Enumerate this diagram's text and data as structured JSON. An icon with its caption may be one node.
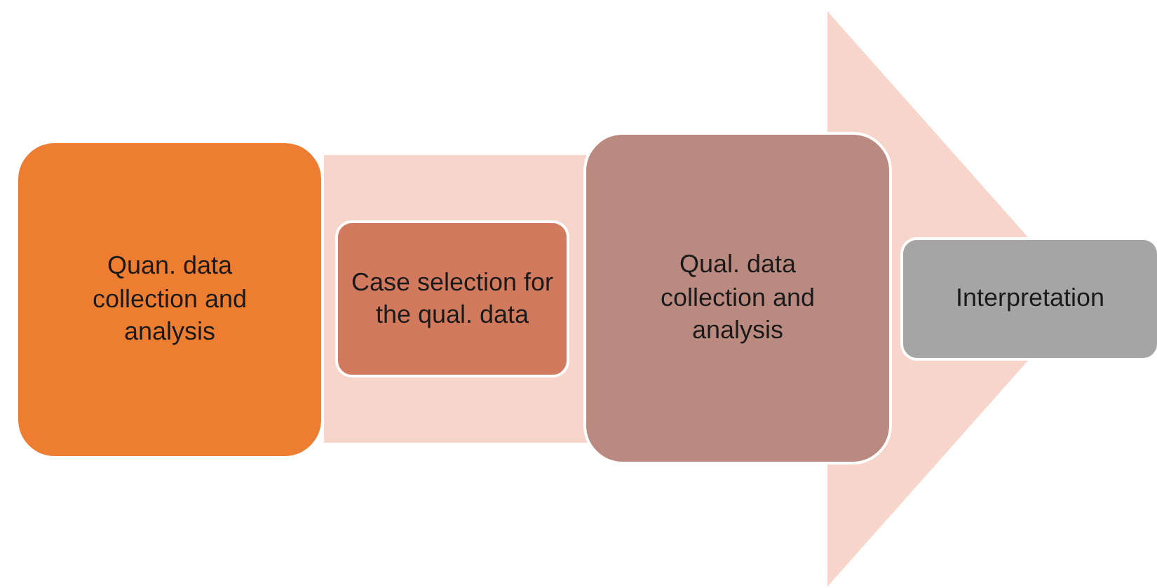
{
  "diagram": {
    "nodes": [
      {
        "text": [
          "Quan. data collection and analysis"
        ]
      },
      {
        "text": [
          "Case selection for the qual. data"
        ]
      },
      {
        "text": [
          "Qual. data collection and analysis"
        ]
      },
      {
        "text": [
          "Interpretation"
        ]
      }
    ],
    "edges": [
      {
        "from": 0,
        "to": 3,
        "arrow": "to"
      }
    ]
  }
}
